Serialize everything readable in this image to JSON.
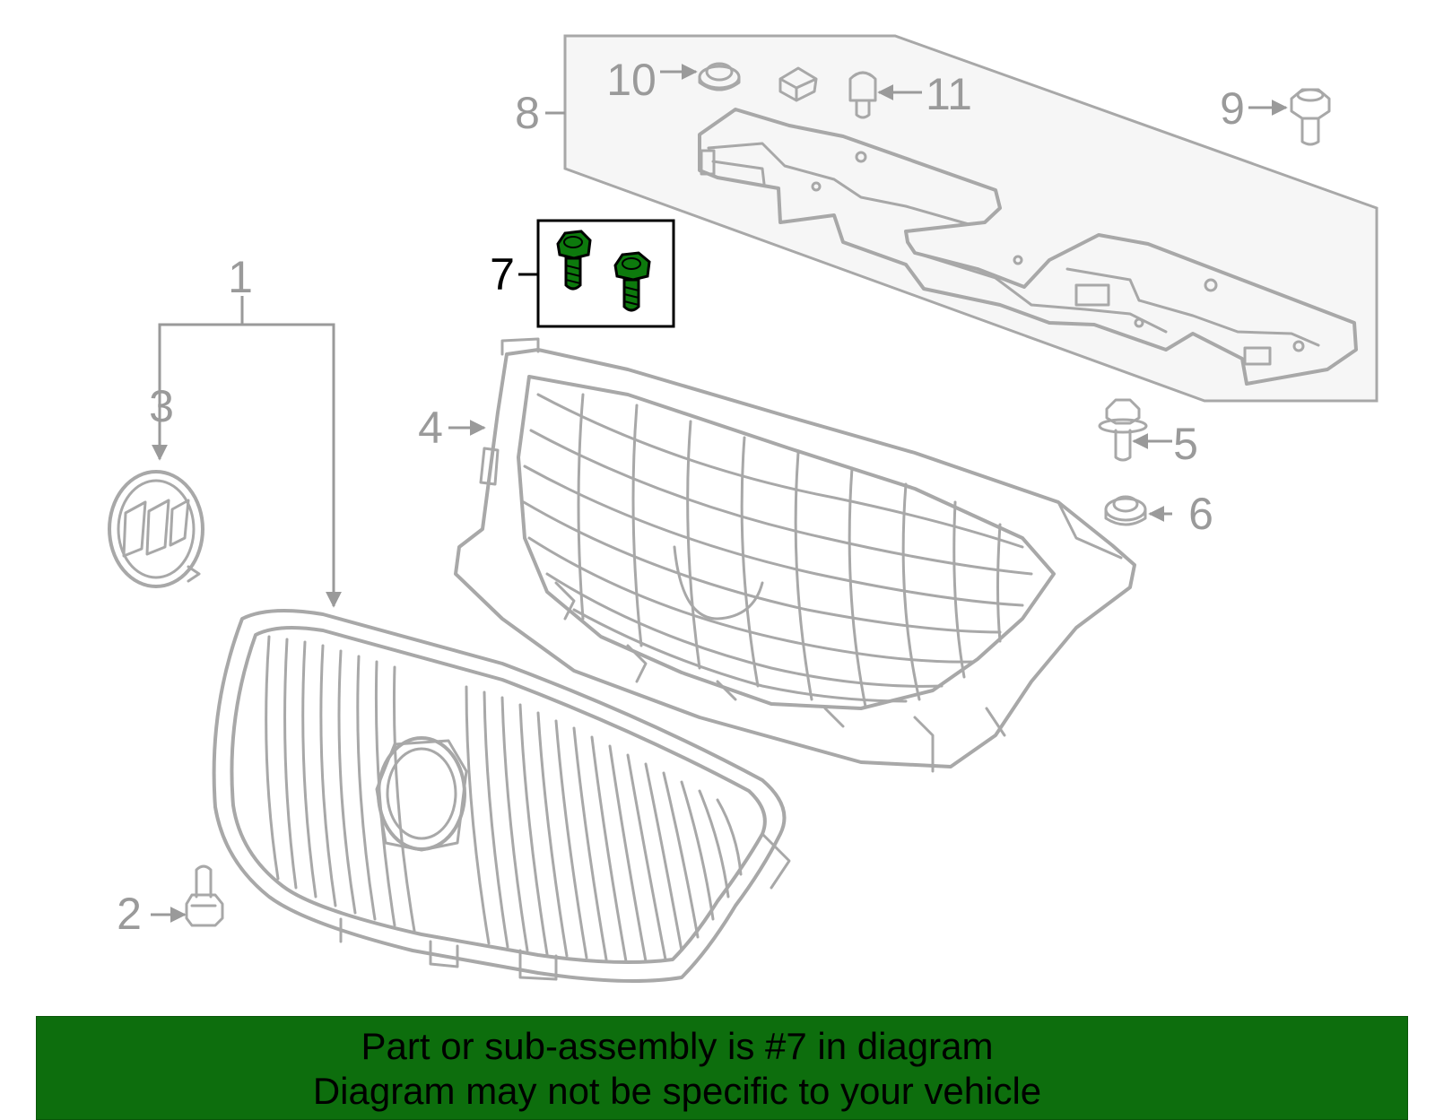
{
  "diagram": {
    "callouts": [
      {
        "id": "1",
        "label": "1"
      },
      {
        "id": "2",
        "label": "2"
      },
      {
        "id": "3",
        "label": "3"
      },
      {
        "id": "4",
        "label": "4"
      },
      {
        "id": "5",
        "label": "5"
      },
      {
        "id": "6",
        "label": "6"
      },
      {
        "id": "7",
        "label": "7"
      },
      {
        "id": "8",
        "label": "8"
      },
      {
        "id": "9",
        "label": "9"
      },
      {
        "id": "10",
        "label": "10"
      },
      {
        "id": "11",
        "label": "11"
      }
    ],
    "highlighted_part": "7",
    "colors": {
      "line_art": "#a8a8a8",
      "callout_text": "#9a9a9a",
      "highlight_part": "#0d7a0d",
      "banner_background": "#0d6e0d"
    }
  },
  "banner": {
    "line1": "Part or sub-assembly is #7 in diagram",
    "line2": "Diagram may not be specific to your vehicle"
  }
}
